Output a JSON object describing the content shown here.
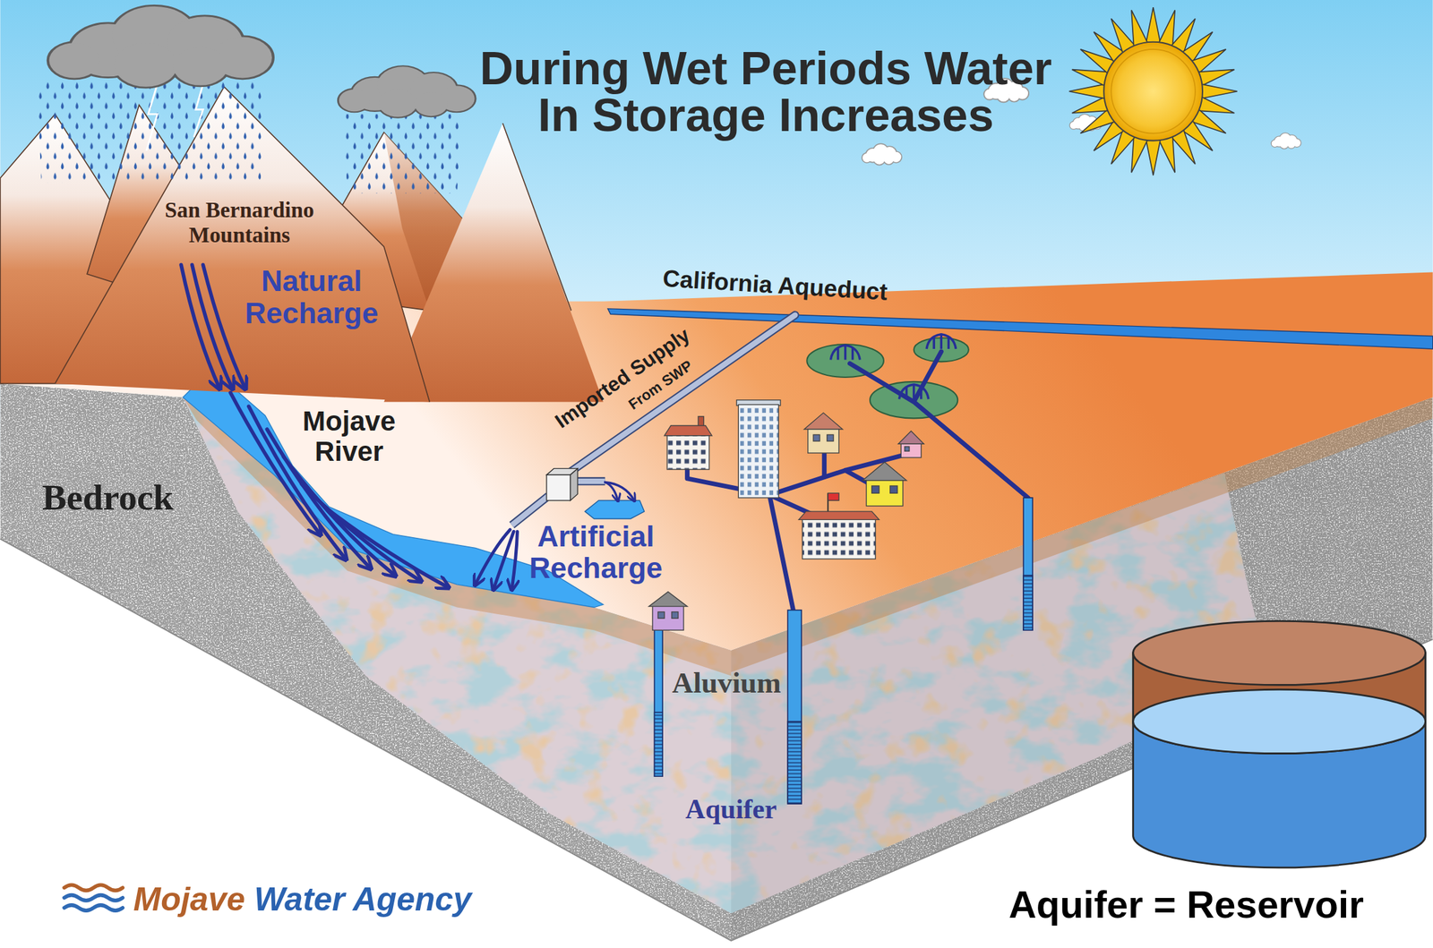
{
  "diagram": {
    "title": "During Wet Periods Water In Storage Increases",
    "labels": [
      "San Bernardino Mountains",
      "Natural Recharge",
      "Mojave River",
      "Bedrock",
      "California Aqueduct",
      "Imported Supply",
      "From SWP",
      "Artificial Recharge",
      "Aluvium",
      "Aquifer",
      "Aquifer = Reservoir",
      "Mojave",
      "Water Agency"
    ]
  }
}
